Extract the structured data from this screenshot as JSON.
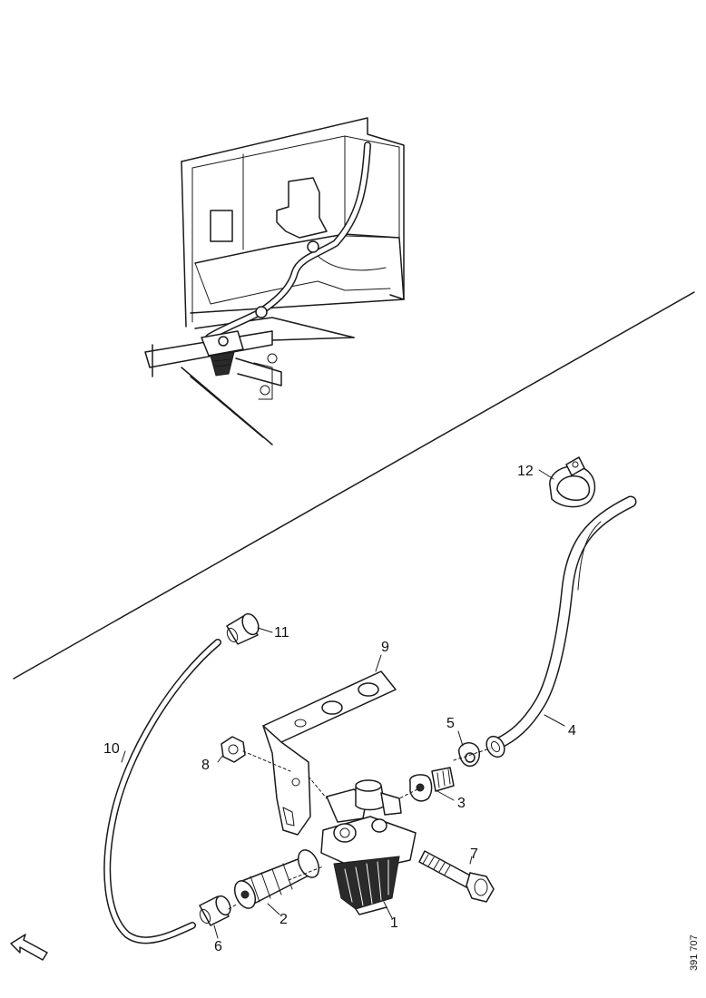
{
  "callouts": [
    {
      "id": "1",
      "label": "1"
    },
    {
      "id": "2",
      "label": "2"
    },
    {
      "id": "3",
      "label": "3"
    },
    {
      "id": "4",
      "label": "4"
    },
    {
      "id": "5",
      "label": "5"
    },
    {
      "id": "6",
      "label": "6"
    },
    {
      "id": "7",
      "label": "7"
    },
    {
      "id": "8",
      "label": "8"
    },
    {
      "id": "9",
      "label": "9"
    },
    {
      "id": "10",
      "label": "10"
    },
    {
      "id": "11",
      "label": "11"
    },
    {
      "id": "12",
      "label": "12"
    }
  ],
  "drawing_number": "391 707",
  "icons": {
    "direction_arrow": "forward-arrow-icon"
  }
}
